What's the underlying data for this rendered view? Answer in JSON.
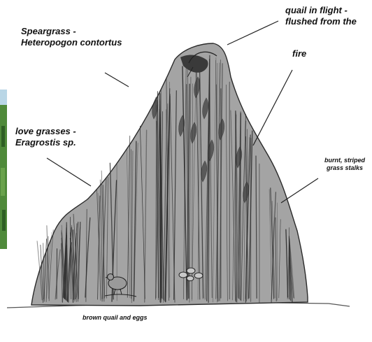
{
  "labels": {
    "speargrass": [
      "Speargrass -",
      "Heteropogon contortus"
    ],
    "quail_flight": [
      "quail in flight -",
      "flushed from the"
    ],
    "fire": "fire",
    "love_grasses": [
      "love grasses -",
      "Eragrostis sp."
    ],
    "burnt_stalks": [
      "burnt, striped",
      "grass stalks"
    ],
    "brown_quail": "brown quail and eggs"
  },
  "colors": {
    "mound_fill": "#a4a4a4",
    "stroke": "#2a2a2a",
    "photo_green": "#4f8a3a",
    "photo_sky": "#b9d6e6"
  }
}
